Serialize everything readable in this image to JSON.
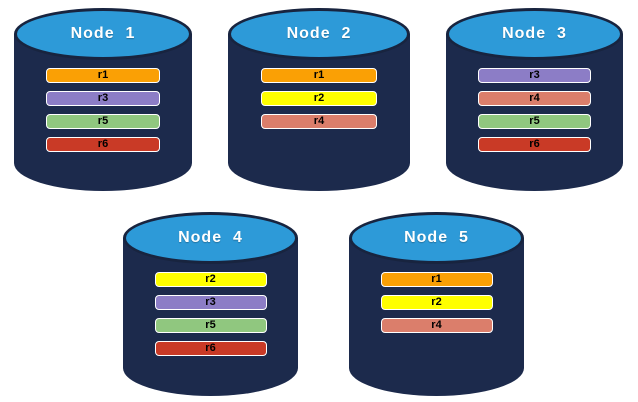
{
  "colors": {
    "background": "#FFFFFF",
    "cylinder_body": "#1C2A4C",
    "cylinder_top": "#2D9AD8",
    "cylinder_outline": "#18243F",
    "bar_border": "#FFFFFF",
    "bar_text": "#000000",
    "node_label_text": "#FFFFFF"
  },
  "replica_colors": {
    "r1": "#FAA005",
    "r2": "#FFFF00",
    "r3": "#8C7DC6",
    "r4": "#DB7E6B",
    "r5": "#90C77F",
    "r6": "#C93A26"
  },
  "nodes": [
    {
      "name": "Node  1",
      "replicas": [
        "r1",
        "r3",
        "r5",
        "r6"
      ]
    },
    {
      "name": "Node  2",
      "replicas": [
        "r1",
        "r2",
        "r4"
      ]
    },
    {
      "name": "Node  3",
      "replicas": [
        "r3",
        "r4",
        "r5",
        "r6"
      ]
    },
    {
      "name": "Node  4",
      "replicas": [
        "r2",
        "r3",
        "r5",
        "r6"
      ]
    },
    {
      "name": "Node  5",
      "replicas": [
        "r1",
        "r2",
        "r4"
      ]
    }
  ]
}
